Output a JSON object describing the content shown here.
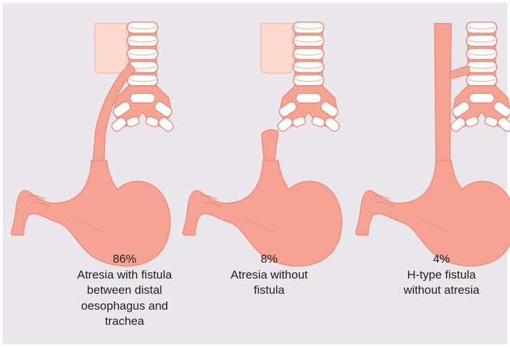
{
  "colors": {
    "background": "#ebe6ec",
    "organ": "#f6a393",
    "organ_outline": "#e98a79",
    "pouch": "#fcd9ce",
    "cartilage": "#ffffff",
    "cartilage_outline": "#e98a79",
    "text": "#1e1e1e"
  },
  "panels": [
    {
      "percent": "86%",
      "label_lines": [
        "Atresia with fistula",
        "between distal",
        "oesophagus and",
        "trachea"
      ]
    },
    {
      "percent": "8%",
      "label_lines": [
        "Atresia without",
        "fistula"
      ]
    },
    {
      "percent": "4%",
      "label_lines": [
        "H-type fistula",
        "without atresia"
      ]
    }
  ]
}
